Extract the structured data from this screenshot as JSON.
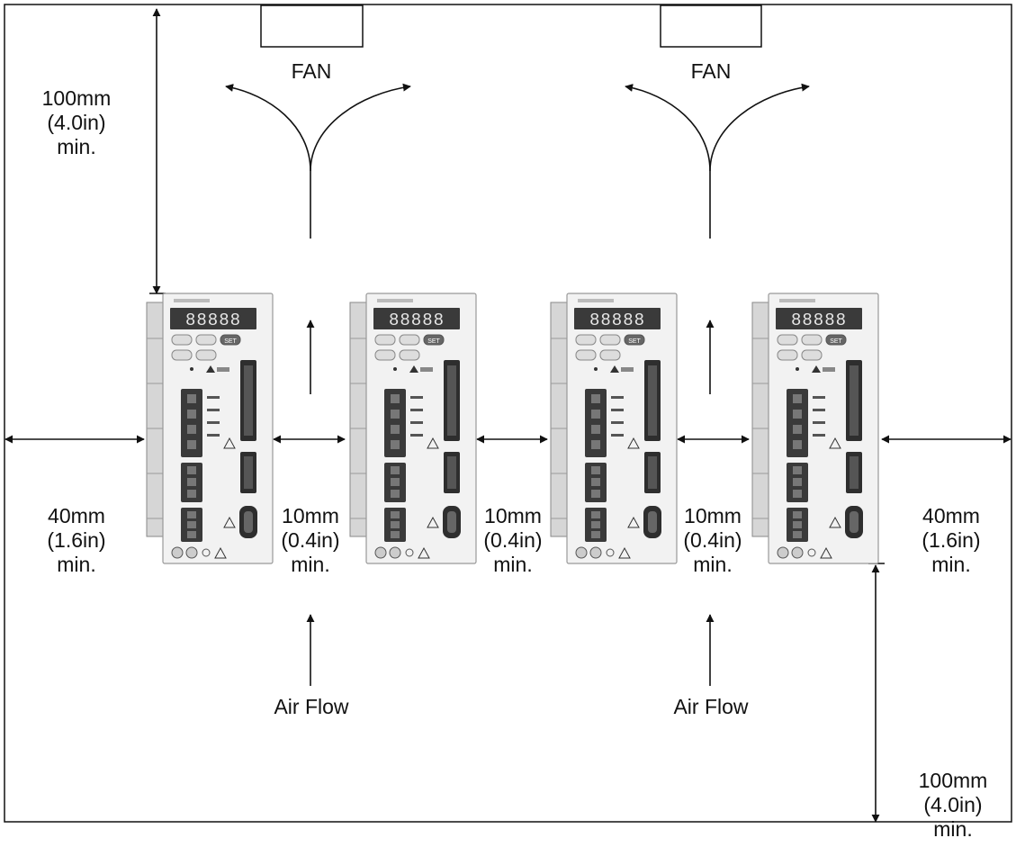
{
  "fans": [
    {
      "label": "FAN"
    },
    {
      "label": "FAN"
    }
  ],
  "clearances": {
    "top": [
      "100mm",
      "(4.0in)",
      "min."
    ],
    "bottom": [
      "100mm",
      "(4.0in)",
      "min."
    ],
    "left": [
      "40mm",
      "(1.6in)",
      "min."
    ],
    "right": [
      "40mm",
      "(1.6in)",
      "min."
    ],
    "gaps": [
      [
        "10mm",
        "(0.4in)",
        "min."
      ],
      [
        "10mm",
        "(0.4in)",
        "min."
      ],
      [
        "10mm",
        "(0.4in)",
        "min."
      ]
    ]
  },
  "airflow": [
    {
      "label": "Air Flow"
    },
    {
      "label": "Air Flow"
    }
  ],
  "drives": [
    {
      "display": "88888",
      "key_label": "SET"
    },
    {
      "display": "88888",
      "key_label": "SET"
    },
    {
      "display": "88888",
      "key_label": "SET"
    },
    {
      "display": "88888",
      "key_label": "SET"
    }
  ],
  "colors": {
    "line": "#111111",
    "display_bg": "#3a3a3a",
    "body": "#f2f2f2"
  }
}
